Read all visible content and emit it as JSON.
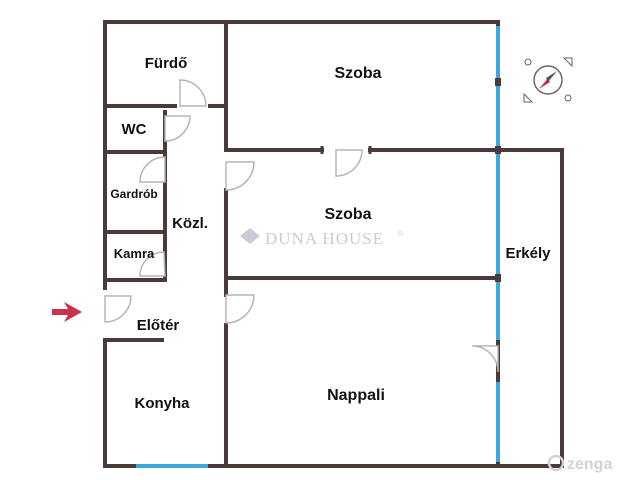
{
  "plan": {
    "rooms": [
      {
        "id": "furdo",
        "label": "Fürdő"
      },
      {
        "id": "szoba1",
        "label": "Szoba"
      },
      {
        "id": "wc",
        "label": "WC"
      },
      {
        "id": "gardrob",
        "label": "Gardrób"
      },
      {
        "id": "kozl",
        "label": "Közl."
      },
      {
        "id": "szoba2",
        "label": "Szoba"
      },
      {
        "id": "kamra",
        "label": "Kamra"
      },
      {
        "id": "erkely",
        "label": "Erkély"
      },
      {
        "id": "eloter",
        "label": "Előtér"
      },
      {
        "id": "konyha",
        "label": "Konyha"
      },
      {
        "id": "nappali",
        "label": "Nappali"
      }
    ]
  },
  "watermark": {
    "brand": "DUNA HOUSE",
    "registered": "®"
  },
  "footer": {
    "logo": "zenga"
  },
  "colors": {
    "wall": "#4a3b38",
    "window": "#3ba7dc",
    "arrow": "#c8324f",
    "door": "#b5b5b5"
  },
  "icons": {
    "entrance": "entrance-arrow-icon",
    "compass": "compass-icon"
  }
}
